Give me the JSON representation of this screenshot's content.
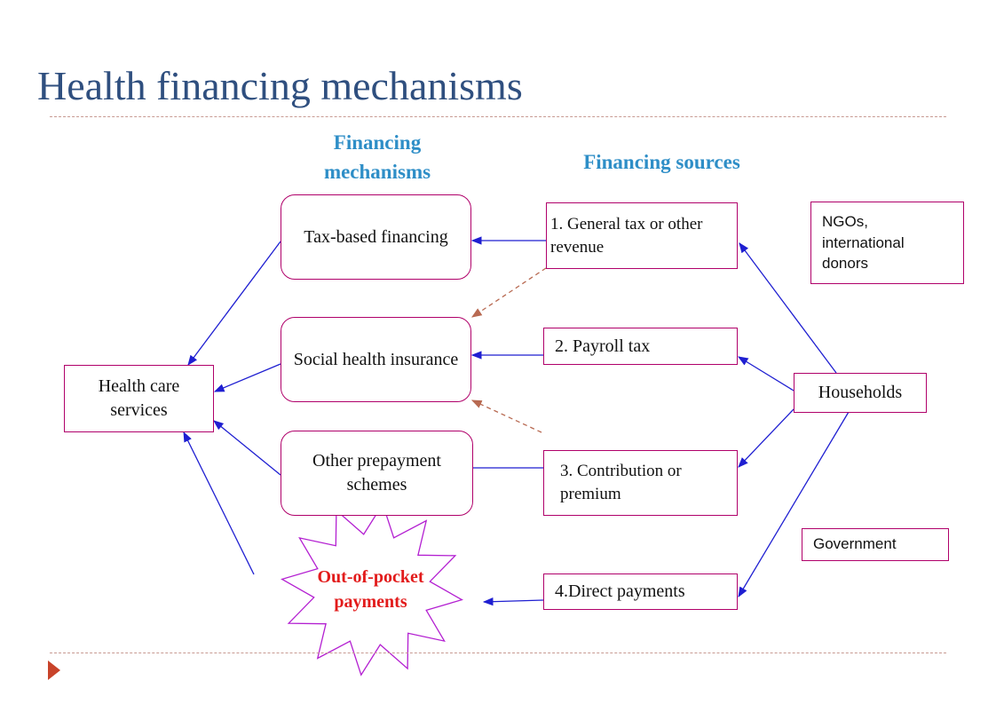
{
  "title": "Health financing mechanisms",
  "headings": {
    "mechanisms": "Financing mechanisms",
    "sources": "Financing sources"
  },
  "mechanisms": {
    "tax_based": "Tax-based financing",
    "social_health_insurance": "Social health insurance",
    "other_prepayment": "Other prepayment schemes",
    "out_of_pocket": "Out-of-pocket payments"
  },
  "services": "Health care services",
  "sources": {
    "general_tax": "1. General tax or other revenue",
    "payroll_tax": "2. Payroll tax",
    "contribution": "3. Contribution or premium",
    "direct_payments": "4.Direct payments"
  },
  "actors": {
    "ngos": "NGOs, international donors",
    "households": "Households",
    "government": "Government"
  },
  "colors": {
    "title": "#2f4f7f",
    "heading": "#2e8ec7",
    "box_border": "#b0006a",
    "arrow": "#1f1fd1",
    "dashed_arrow": "#b86a52",
    "out_of_pocket_text": "#e21b1b",
    "star_outline": "#b31fd1"
  }
}
